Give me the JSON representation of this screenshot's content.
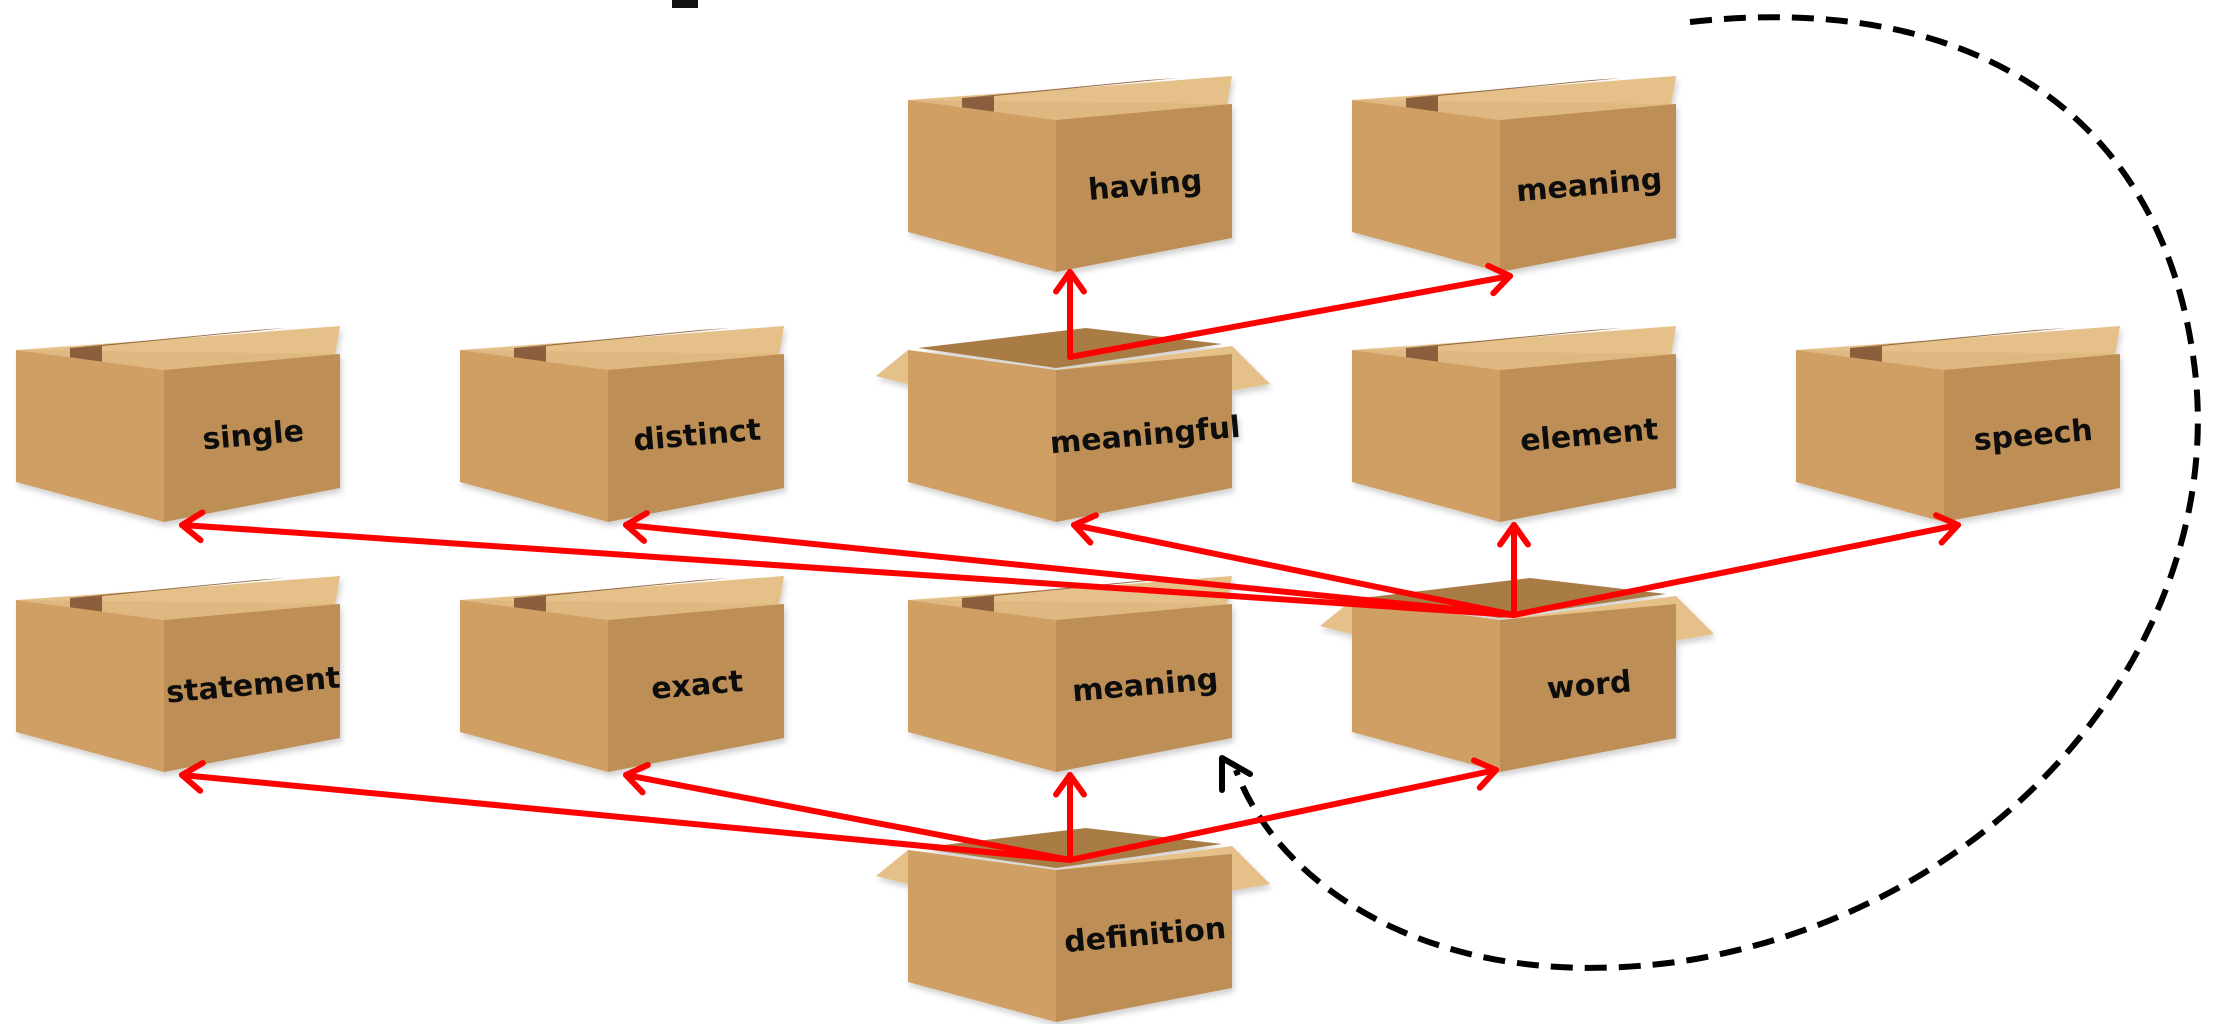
{
  "colors": {
    "box_front": "#cf9f63",
    "box_side": "#bd8e54",
    "box_top": "#e6c089",
    "box_top_edge": "#d9b07a",
    "box_flap_inner": "#a97b45",
    "tape": "#8b5e3c",
    "arrow": "#ff0000",
    "dashed_loop": "#000000"
  },
  "boxes": [
    {
      "id": "having",
      "label": "having",
      "open": false
    },
    {
      "id": "meaning_top",
      "label": "meaning",
      "open": false
    },
    {
      "id": "single",
      "label": "single",
      "open": false
    },
    {
      "id": "distinct",
      "label": "distinct",
      "open": false
    },
    {
      "id": "meaningful",
      "label": "meaningful",
      "open": true
    },
    {
      "id": "element",
      "label": "element",
      "open": false
    },
    {
      "id": "speech",
      "label": "speech",
      "open": false
    },
    {
      "id": "statement",
      "label": "statement",
      "open": false
    },
    {
      "id": "exact",
      "label": "exact",
      "open": false
    },
    {
      "id": "meaning_mid",
      "label": "meaning",
      "open": false
    },
    {
      "id": "word",
      "label": "word",
      "open": true
    },
    {
      "id": "definition",
      "label": "definition",
      "open": true
    }
  ],
  "arrows": [
    {
      "from": "meaningful",
      "to": "having"
    },
    {
      "from": "meaningful",
      "to": "meaning_top"
    },
    {
      "from": "word",
      "to": "single"
    },
    {
      "from": "word",
      "to": "distinct"
    },
    {
      "from": "word",
      "to": "meaningful"
    },
    {
      "from": "word",
      "to": "element"
    },
    {
      "from": "word",
      "to": "speech"
    },
    {
      "from": "definition",
      "to": "statement"
    },
    {
      "from": "definition",
      "to": "exact"
    },
    {
      "from": "definition",
      "to": "meaning_mid"
    },
    {
      "from": "definition",
      "to": "word"
    }
  ],
  "loop": {
    "from": "word",
    "to": "meaning_mid",
    "style": "dashed"
  }
}
